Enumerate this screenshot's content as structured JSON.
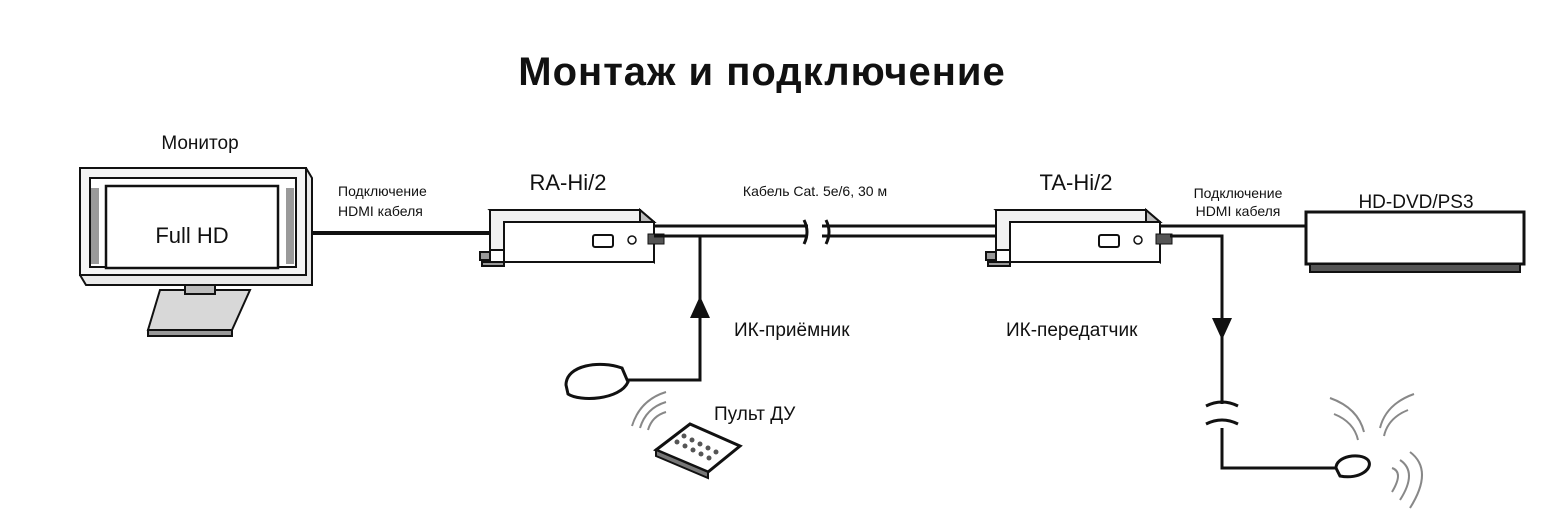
{
  "title": "Монтаж и подключение",
  "monitor": {
    "label": "Монитор",
    "screen_text": "Full HD"
  },
  "left_cable": {
    "line1": "Подключение",
    "line2": "HDMI кабеля"
  },
  "receiver": {
    "name": "RA-Hi/2"
  },
  "trunk_cable": {
    "label": "Кабель Cat. 5e/6, 30 м"
  },
  "transmitter": {
    "name": "TA-Hi/2"
  },
  "right_cable": {
    "line1": "Подключение",
    "line2": "HDMI кабеля"
  },
  "source": {
    "name": "HD-DVD/PS3"
  },
  "ir_receiver": {
    "label": "ИК-приёмник"
  },
  "ir_transmitter": {
    "label": "ИК-передатчик"
  },
  "remote": {
    "label": "Пульт ДУ"
  }
}
